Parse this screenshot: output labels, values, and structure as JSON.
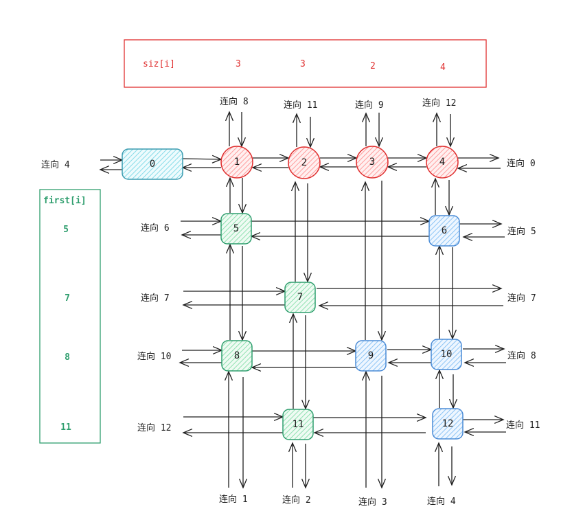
{
  "colors": {
    "red": "#e03131",
    "red_fill": "#ffc9c9",
    "green": "#2f9e6e",
    "green_fill": "#b2f2bb",
    "blue": "#4a8bd6",
    "blue_fill": "#a5d8ff",
    "cyan": "#3a9bb0",
    "cyan_fill": "#99e9f2",
    "ink": "#1e1e1e"
  },
  "siz_box": {
    "title": "siz[i]",
    "values": [
      "3",
      "3",
      "2",
      "4"
    ]
  },
  "first_box": {
    "title": "first[i]",
    "values": [
      "5",
      "7",
      "8",
      "11"
    ]
  },
  "nodes": [
    {
      "id": "0",
      "label": "0",
      "color": "cyan"
    },
    {
      "id": "1",
      "label": "1",
      "color": "red"
    },
    {
      "id": "2",
      "label": "2",
      "color": "red"
    },
    {
      "id": "3",
      "label": "3",
      "color": "red"
    },
    {
      "id": "4",
      "label": "4",
      "color": "red"
    },
    {
      "id": "5",
      "label": "5",
      "color": "green"
    },
    {
      "id": "6",
      "label": "6",
      "color": "blue"
    },
    {
      "id": "7",
      "label": "7",
      "color": "green"
    },
    {
      "id": "8",
      "label": "8",
      "color": "green"
    },
    {
      "id": "9",
      "label": "9",
      "color": "blue"
    },
    {
      "id": "10",
      "label": "10",
      "color": "blue"
    },
    {
      "id": "11",
      "label": "11",
      "color": "green"
    },
    {
      "id": "12",
      "label": "12",
      "color": "blue"
    }
  ],
  "boundary_labels": {
    "top": [
      "连向 8",
      "连向 11",
      "连向 9",
      "连向 12"
    ],
    "bottom": [
      "连向 1",
      "连向 2",
      "连向 3",
      "连向 4"
    ],
    "left": [
      "连向 4",
      "连向 6",
      "连向 7",
      "连向 10",
      "连向 12"
    ],
    "right": [
      "连向 0",
      "连向 5",
      "连向 7",
      "连向 8",
      "连向 11"
    ]
  }
}
